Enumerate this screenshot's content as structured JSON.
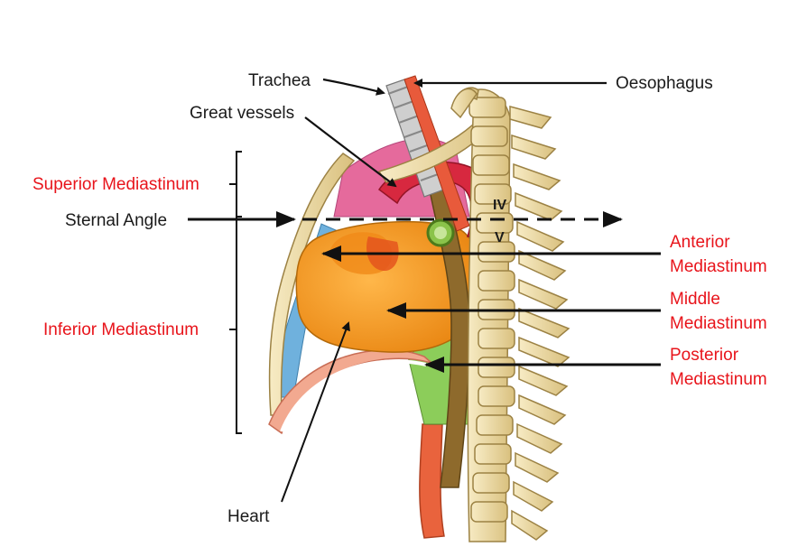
{
  "labels": {
    "trachea": "Trachea",
    "great_vessels": "Great vessels",
    "oesophagus": "Oesophagus",
    "superior_mediastinum": "Superior Mediastinum",
    "sternal_angle": "Sternal Angle",
    "inferior_mediastinum": "Inferior Mediastinum",
    "anterior_1": "Anterior",
    "anterior_2": "Mediastinum",
    "middle_1": "Middle",
    "middle_2": "Mediastinum",
    "posterior_1": "Posterior",
    "posterior_2": "Mediastinum",
    "heart": "Heart",
    "vertebra_iv": "IV",
    "vertebra_v": "V"
  },
  "colors": {
    "label_black": "#1a1a1a",
    "label_red": "#e8141b",
    "heart_orange": "#f39c22",
    "aorta_red": "#d7283f",
    "anterior_blue": "#6fb1dd",
    "posterior_green": "#8ccd5a",
    "superior_pink": "#e56a9c",
    "bone": "#f1dfa8",
    "oesophagus_brown": "#8e6a2c"
  }
}
